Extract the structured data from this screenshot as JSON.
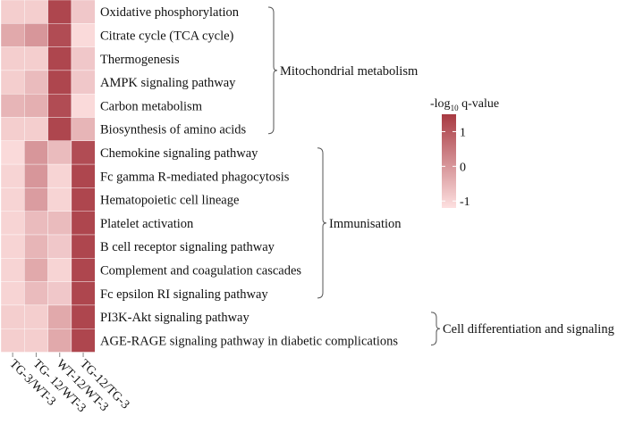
{
  "chart_data": {
    "type": "heatmap",
    "title": "",
    "columns": [
      "TG-3/WT-3",
      "TG- 12/WT-3",
      "WT-12/WT-3",
      "TG-12/TG-3"
    ],
    "rows": [
      "Oxidative phosphorylation",
      "Citrate cycle (TCA cycle)",
      "Thermogenesis",
      "AMPK signaling pathway",
      "Carbon metabolism",
      "Biosynthesis of amino acids",
      "Chemokine signaling pathway",
      "Fc gamma R-mediated phagocytosis",
      "Hematopoietic cell lineage",
      "Platelet activation",
      "B cell receptor signaling pathway",
      "Complement and coagulation cascades",
      "Fc epsilon RI signaling pathway",
      "PI3K-Akt signaling pathway",
      "AGE-RAGE signaling pathway in diabetic complications"
    ],
    "values": [
      [
        -0.9,
        -0.9,
        1.3,
        -0.8
      ],
      [
        -0.3,
        0.0,
        1.2,
        -1.1
      ],
      [
        -0.9,
        -0.9,
        1.3,
        -0.8
      ],
      [
        -0.9,
        -0.6,
        1.3,
        -0.8
      ],
      [
        -0.5,
        -0.4,
        1.2,
        -1.1
      ],
      [
        -0.9,
        -0.9,
        1.3,
        -0.5
      ],
      [
        -1.1,
        0.0,
        -0.6,
        1.2
      ],
      [
        -1.0,
        0.0,
        -1.0,
        1.3
      ],
      [
        -1.0,
        -0.1,
        -1.0,
        1.3
      ],
      [
        -1.0,
        -0.6,
        -0.6,
        1.3
      ],
      [
        -1.0,
        -0.5,
        -0.8,
        1.3
      ],
      [
        -1.0,
        -0.3,
        -1.0,
        1.3
      ],
      [
        -1.0,
        -0.6,
        -0.8,
        1.3
      ],
      [
        -0.9,
        -0.9,
        -0.3,
        1.3
      ],
      [
        -0.9,
        -0.9,
        -0.3,
        1.3
      ]
    ],
    "groups": [
      {
        "label": "Mitochondrial metabolism",
        "first_row": 0,
        "last_row": 5
      },
      {
        "label": "Immunisation",
        "first_row": 6,
        "last_row": 12
      },
      {
        "label": "Cell differentiation and signaling",
        "first_row": 13,
        "last_row": 14
      }
    ],
    "legend": {
      "title_prefix": "-log",
      "title_sub": "10",
      "title_suffix": " q-value",
      "ticks": [
        1,
        0,
        -1
      ],
      "range": [
        -1.2,
        1.5
      ],
      "low_color": "#fde0e0",
      "high_color": "#a83a42",
      "placement": "right"
    }
  }
}
